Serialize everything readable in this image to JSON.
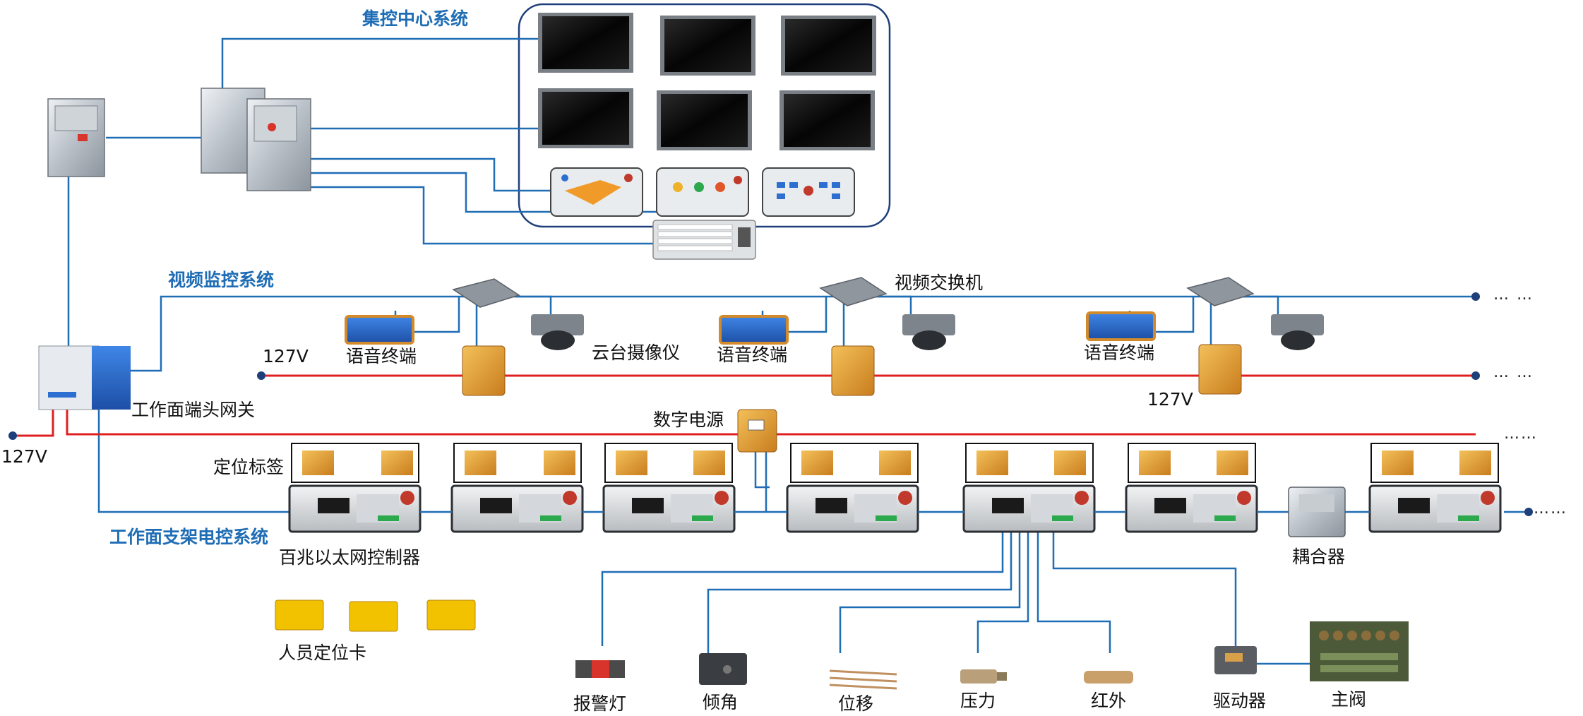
{
  "systems": {
    "central": "集控中心系统",
    "video": "视频监控系统",
    "support": "工作面支架电控系统"
  },
  "labels": {
    "gateway": "工作面端头网关",
    "voltage_left": "127V",
    "voltage_line": "127V",
    "voltage_right": "127V",
    "voice_terminal_1": "语音终端",
    "voice_terminal_2": "语音终端",
    "voice_terminal_3": "语音终端",
    "ptz_camera": "云台摄像仪",
    "video_switch": "视频交换机",
    "digital_power": "数字电源",
    "positioning_tag": "定位标签",
    "controller": "百兆以太网控制器",
    "coupler": "耦合器",
    "personnel_card": "人员定位卡",
    "alarm_light": "报警灯",
    "tilt": "倾角",
    "displacement": "位移",
    "pressure": "压力",
    "infrared": "红外",
    "driver": "驱动器",
    "main_valve": "主阀"
  },
  "continuation": {
    "video_line": "… …",
    "power_line": "… …",
    "red_line": "……",
    "controller_line": "……"
  },
  "colors": {
    "network_line": "#1f6db5",
    "power_line": "#e02020",
    "system_title": "#1f6db5",
    "device_orange": "#e8a33a",
    "device_blue": "#2c6fd1"
  }
}
